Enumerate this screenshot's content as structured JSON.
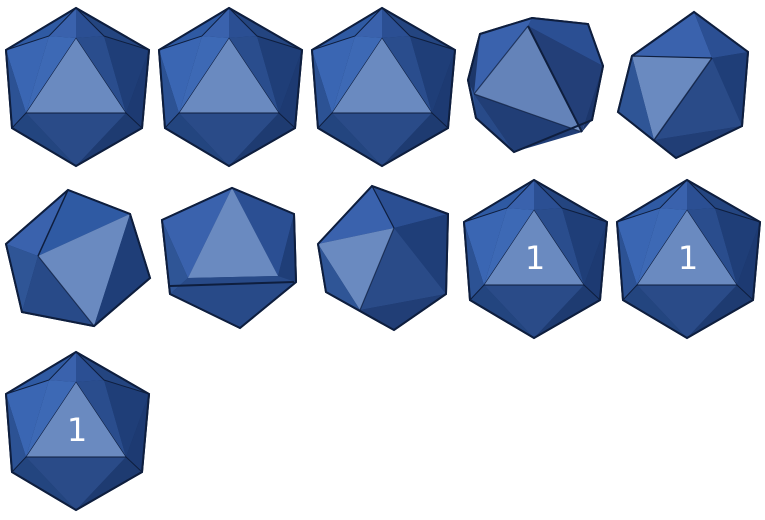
{
  "sprite_sheet": {
    "colors": {
      "top_left": "#3a62ad",
      "top_right": "#2a4e8e",
      "front": "#6a8ac0",
      "side_left": "#2f5596",
      "side_right": "#233f78",
      "bottom_left": "#284a88",
      "bottom_right": "#213e76",
      "bottom_mid": "#2b4d8b",
      "edge": "#0e1e3e",
      "label": "#ffffff"
    },
    "frames": [
      {
        "name": "frame-1",
        "label": ""
      },
      {
        "name": "frame-2",
        "label": ""
      },
      {
        "name": "frame-3",
        "label": ""
      },
      {
        "name": "frame-4",
        "label": ""
      },
      {
        "name": "frame-5",
        "label": ""
      },
      {
        "name": "frame-6",
        "label": ""
      },
      {
        "name": "frame-7",
        "label": ""
      },
      {
        "name": "frame-8",
        "label": ""
      },
      {
        "name": "frame-9",
        "label": "1"
      },
      {
        "name": "frame-10",
        "label": "1"
      },
      {
        "name": "frame-11",
        "label": "1"
      }
    ]
  }
}
